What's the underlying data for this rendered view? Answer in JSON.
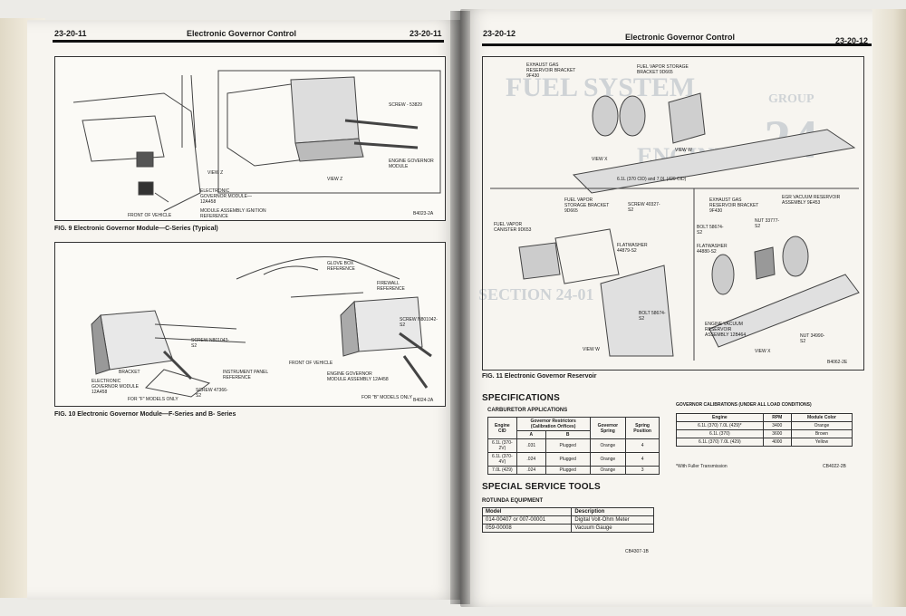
{
  "left_page": {
    "page_number_left": "23-20-11",
    "title": "Electronic Governor Control",
    "page_number_right": "23-20-11",
    "fig9": {
      "caption": "FIG. 9 Electronic Governor Module—C-Series (Typical)",
      "code": "B4023-2A",
      "labels": {
        "screw": "SCREW - 53829",
        "engine_governor_module": "ENGINE GOVERNOR MODULE",
        "view_z_title": "VIEW Z",
        "view_z": "VIEW Z",
        "electronic_governor": "ELECTRONIC GOVERNOR MODULE—12A458",
        "module_assembly": "MODULE ASSEMBLY IGNITION REFERENCE",
        "front_of_vehicle": "FRONT OF VEHICLE"
      }
    },
    "fig10": {
      "caption": "FIG. 10 Electronic Governor Module—F-Series and B- Series",
      "code": "B4024-2A",
      "labels": {
        "glove_box": "GLOVE BOX REFERENCE",
        "firewall": "FIREWALL REFERENCE",
        "screw_right": "SCREW N801042-S2",
        "front_of_vehicle": "FRONT OF VEHICLE",
        "engine_governor_module": "ENGINE GOVERNOR MODULE ASSEMBLY 12A458",
        "for_b_models": "FOR \"B\" MODELS ONLY",
        "screw_left": "SCREW N801043-S2",
        "bracket": "BRACKET",
        "electronic_governor": "ELECTRONIC GOVERNOR MODULE 12A458",
        "instrument_panel": "INSTRUMENT PANEL REFERENCE",
        "screw_bottom": "SCREW 47366-S2",
        "for_f_models": "FOR \"F\" MODELS ONLY"
      }
    }
  },
  "right_page": {
    "page_number_left": "23-20-12",
    "title": "Electronic Governor Control",
    "page_number_right": "23-20-12",
    "fig11": {
      "caption": "FIG. 11 Electronic Governor Reservoir",
      "code": "B4062-2E",
      "top_labels": {
        "exhaust_bracket": "EXHAUST GAS RESERVOIR BRACKET 9F430",
        "fuel_vapor_bracket": "FUEL VAPOR STORAGE BRACKET 9D665",
        "view_x": "VIEW X",
        "view_w": "VIEW W",
        "engines": "6.1L (370 CID) and 7.0L (429 CID)"
      },
      "view_w": {
        "fuel_vapor_bracket": "FUEL VAPOR STORAGE BRACKET 9D665",
        "screw": "SCREW 40327-S2",
        "canister": "FUEL VAPOR CANISTER 9D653",
        "flatwasher": "FLATWASHER 44879-S2",
        "bolt": "BOLT 58674-S2",
        "title": "VIEW W"
      },
      "view_x": {
        "exhaust_bracket": "EXHAUST GAS RESERVOIR BRACKET 9F430",
        "egr_vacuum": "EGR VACUUM RESERVOIR ASSEMBLY 9E453",
        "bolt": "BOLT 58674-S2",
        "nut_top": "NUT 33777-S2",
        "flatwasher": "FLATWASHER 44880-S2",
        "engine_vacuum": "ENGINE VACUUM RESERVOIR ASSEMBLY 12B464",
        "nut_bottom": "NUT 34990-S2",
        "title": "VIEW X"
      }
    },
    "specifications": {
      "heading": "SPECIFICATIONS",
      "carb_title": "CARBURETOR APPLICATIONS",
      "carb_headers": [
        "Engine CID",
        "Governor Restrictors (Calibration Orifices)",
        "A",
        "B",
        "Governor Spring",
        "Spring Position"
      ],
      "carb_rows": [
        [
          "6.1L (370-2V)",
          ".031",
          "Plugged",
          "Orange",
          "4"
        ],
        [
          "6.1L (370-4V)",
          ".024",
          "Plugged",
          "Orange",
          "4"
        ],
        [
          "7.0L (429)",
          ".024",
          "Plugged",
          "Orange",
          "3"
        ]
      ],
      "gov_title": "GOVERNOR CALIBRATIONS (UNDER ALL LOAD CONDITIONS)",
      "gov_headers": [
        "Engine",
        "RPM",
        "Module Color"
      ],
      "gov_rows": [
        [
          "6.1L (370) 7.0L (429)*",
          "3400",
          "Orange"
        ],
        [
          "6.1L (370)",
          "3600",
          "Brown"
        ],
        [
          "6.1L (370) 7.0L (429)",
          "4000",
          "Yellow"
        ]
      ],
      "gov_note": "*With Fuller Transmission",
      "gov_code": "CB4022-2B"
    },
    "tools": {
      "heading": "SPECIAL SERVICE TOOLS",
      "sub": "ROTUNDA EQUIPMENT",
      "headers": [
        "Model",
        "Description"
      ],
      "rows": [
        [
          "014-00407 or 007-00001",
          "Digital Volt-Ohm Meter"
        ],
        [
          "059-00008",
          "Vacuum Gauge"
        ]
      ],
      "code": "CB4307-1B"
    },
    "ghost": {
      "fuel_system": "FUEL SYSTEM",
      "group": "GROUP",
      "number": "24",
      "engines": "ENGINES",
      "section": "SECTION 24-01"
    }
  }
}
